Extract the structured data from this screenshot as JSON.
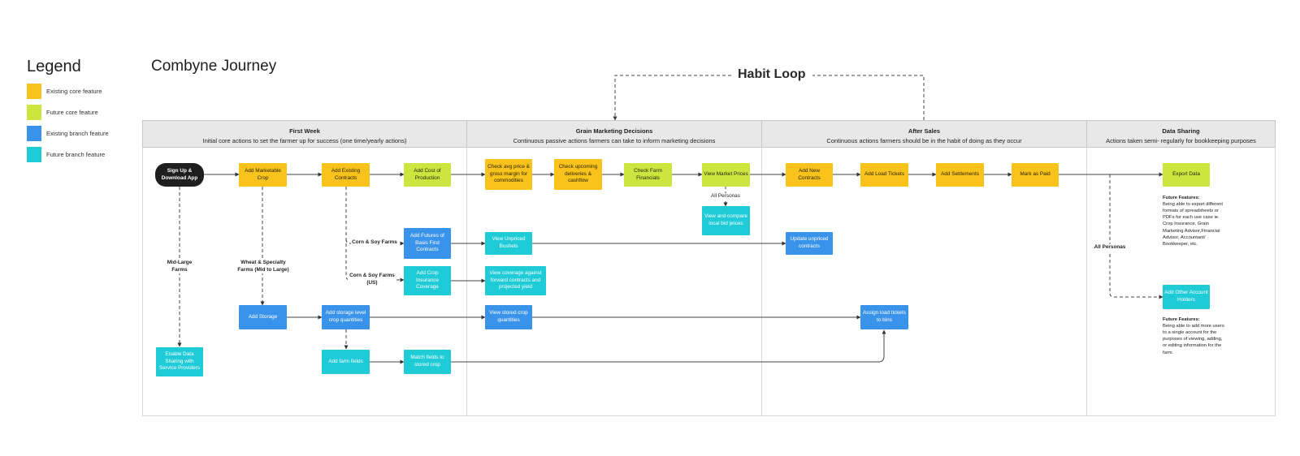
{
  "legend": {
    "title": "Legend",
    "items": [
      {
        "label": "Existing core feature",
        "color": "#f9c31c"
      },
      {
        "label": "Future core feature",
        "color": "#cfe53f"
      },
      {
        "label": "Existing branch feature",
        "color": "#3a93ea"
      },
      {
        "label": "Future branch feature",
        "color": "#1ecbd6"
      }
    ]
  },
  "title": "Combyne Journey",
  "habit_loop": "Habit Loop",
  "phases": [
    {
      "title": "First Week",
      "subtitle": "Initial core actions to set the farmer up for success (one time/yearly actions)"
    },
    {
      "title": "Grain Marketing Decisions",
      "subtitle": "Continuous passive actions farmers can take to inform marketing decisions"
    },
    {
      "title": "After Sales",
      "subtitle": "Continuous actions farmers should be in the habit of doing as they occur"
    },
    {
      "title": "Data Sharing",
      "subtitle": "Actions taken semi- regularly for bookkeeping purposes"
    }
  ],
  "nodes": {
    "signup": "Sign Up & Download App",
    "marketable_crop": "Add Marketable Crop",
    "existing_contracts": "Add Existing Contracts",
    "cost_production": "Add Cost of Production",
    "check_avg_price": "Check avg price & gross margin for commodities",
    "check_deliveries": "Check upcoming deliveries & cashflow",
    "check_financials": "Check Farm Financials",
    "view_market_prices": "View Market Prices",
    "add_new_contracts": "Add New Contracts",
    "add_load_tickets": "Add Load Tickets",
    "add_settlements": "Add Settlements",
    "mark_paid": "Mark as Paid",
    "export_data": "Export Data",
    "compare_bids": "View and compare local bid prices",
    "futures_basis": "Add Futures of Basis First Contracts",
    "view_unpriced": "View Unpriced Bushels",
    "update_unpriced": "Update unpriced contracts",
    "crop_insurance": "Add Crop Insurance Coverage",
    "view_coverage": "View coverage against forward contracts and projected yield",
    "add_storage": "Add Storage",
    "storage_level": "Add storage level crop quantities",
    "view_stored": "View stored crop quantities",
    "assign_loads": "Assign load tickets to bins",
    "add_farm_fields": "Add farm fields",
    "match_fields": "Match fields to stored crop",
    "data_sharing": "Enable Data Sharing with Service Providers",
    "other_holders": "Add Other Account Holders"
  },
  "edge_labels": {
    "all_personas_market": "All Personas",
    "corn_soy": "Corn & Soy Farms",
    "corn_soy_us": "Corn & Soy Farms (US)",
    "wheat_specialty": "Wheat & Specialty Farms (Mid to Large)",
    "mid_large": "Mid-Large Farms",
    "all_personas_sharing": "All Personas"
  },
  "notes": {
    "export": {
      "heading": "Future Features:",
      "body": "Being able to export different formats of spreadsheets or PDFs for each use case ie. Crop Insurance, Grain Marketing Advisor,Financial Advisor, Accountant/ Bookkeeper, etc."
    },
    "holders": {
      "heading": "Future Features:",
      "body": "Being able to add more users to a single account for the purposes of viewing, adding, or editing information for the farm."
    }
  }
}
